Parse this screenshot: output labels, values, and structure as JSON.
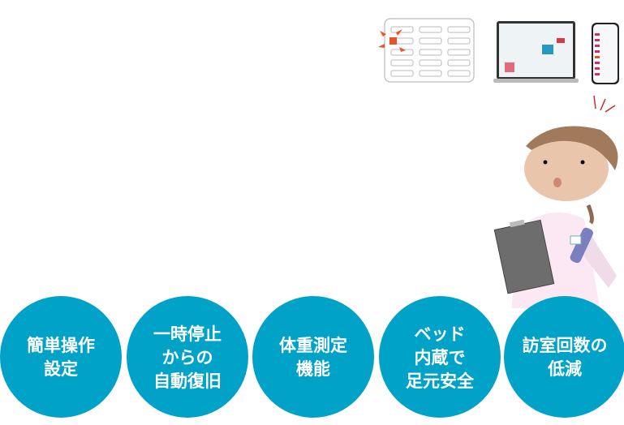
{
  "colors": {
    "accent": "#00a2c7",
    "alert": "#e8542a"
  },
  "features": [
    {
      "label": "簡単操作\n設定"
    },
    {
      "label": "一時停止\nからの\n自動復旧"
    },
    {
      "label": "体重測定\n機能"
    },
    {
      "label": "ベッド\n内蔵で\n足元安全"
    },
    {
      "label": "訪室回数の\n低減"
    }
  ],
  "icons": [
    "alert-grid-icon",
    "laptop-icon",
    "smartphone-icon",
    "nurse-illustration"
  ]
}
